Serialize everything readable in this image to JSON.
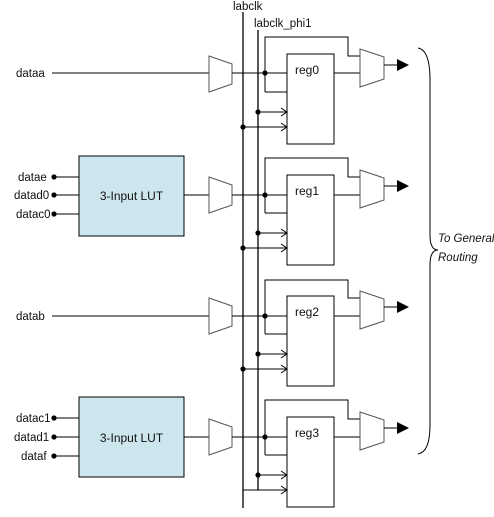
{
  "clocks": {
    "labclk": "labclk",
    "labclk_phi1": "labclk_phi1"
  },
  "inputs": {
    "dataa": "dataa",
    "lut0": [
      "datae",
      "datad0",
      "datac0"
    ],
    "datab": "datab",
    "lut1": [
      "datac1",
      "datad1",
      "dataf"
    ]
  },
  "luts": [
    "3-Input LUT",
    "3-Input LUT"
  ],
  "registers": [
    "reg0",
    "reg1",
    "reg2",
    "reg3"
  ],
  "routing_label": [
    "To General",
    "Routing"
  ]
}
